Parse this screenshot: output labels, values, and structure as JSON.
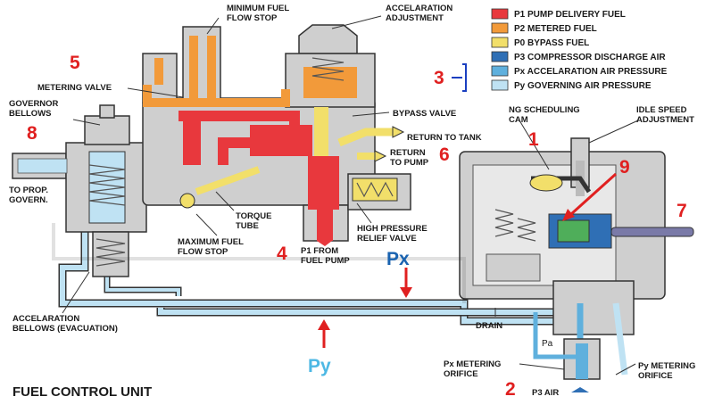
{
  "title": "FUEL CONTROL UNIT",
  "colors": {
    "p1": "#e8383d",
    "p2": "#f29a3a",
    "p0": "#f2df6a",
    "p3": "#2f6fb5",
    "px": "#5fb0dd",
    "py": "#bfe2f3",
    "housing": "#cfcfcf",
    "outline": "#333333",
    "pointer": "#e02020",
    "px_text": "#1a63b0",
    "py_text": "#4db8e4"
  },
  "legend": [
    {
      "key": "p1",
      "label": "P1 PUMP DELIVERY FUEL"
    },
    {
      "key": "p2",
      "label": "P2 METERED FUEL"
    },
    {
      "key": "p0",
      "label": "P0 BYPASS FUEL"
    },
    {
      "key": "p3",
      "label": "P3 COMPRESSOR DISCHARGE AIR"
    },
    {
      "key": "px",
      "label": "Px ACCELARATION AIR PRESSURE"
    },
    {
      "key": "py",
      "label": "Py GOVERNING AIR PRESSURE"
    }
  ],
  "labels": {
    "min_fuel_stop": [
      "MINIMUM FUEL",
      "FLOW STOP"
    ],
    "accel_adjust": [
      "ACCELARATION",
      "ADJUSTMENT"
    ],
    "metering_valve": "METERING VALVE",
    "governor_bellows": [
      "GOVERNOR",
      "BELLOWS"
    ],
    "to_prop": [
      "TO PROP.",
      "GOVERN."
    ],
    "bypass_valve": "BYPASS VALVE",
    "return_tank": "RETURN TO TANK",
    "return_pump": [
      "RETURN",
      "TO PUMP"
    ],
    "ng_cam": [
      "NG SCHEDULING",
      "CAM"
    ],
    "idle_adjust": [
      "IDLE SPEED",
      "ADJUSTMENT"
    ],
    "torque_tube": [
      "TORQUE",
      "TUBE"
    ],
    "max_fuel_stop": [
      "MAXIMUM FUEL",
      "FLOW STOP"
    ],
    "p1_from_pump": [
      "P1 FROM",
      "FUEL PUMP"
    ],
    "high_pressure": [
      "HIGH PRESSURE",
      "RELIEF VALVE"
    ],
    "accel_bellows": [
      "ACCELARATION",
      "BELLOWS (EVACUATION)"
    ],
    "drain": "DRAIN",
    "pa": "Pa",
    "px_orifice": [
      "Px METERING",
      "ORIFICE"
    ],
    "py_orifice": [
      "Py METERING",
      "ORIFICE"
    ],
    "p3_air": "P3 AIR",
    "px": "Px",
    "py": "Py"
  },
  "numbers": [
    "1",
    "2",
    "3",
    "4",
    "5",
    "6",
    "7",
    "8",
    "9"
  ]
}
